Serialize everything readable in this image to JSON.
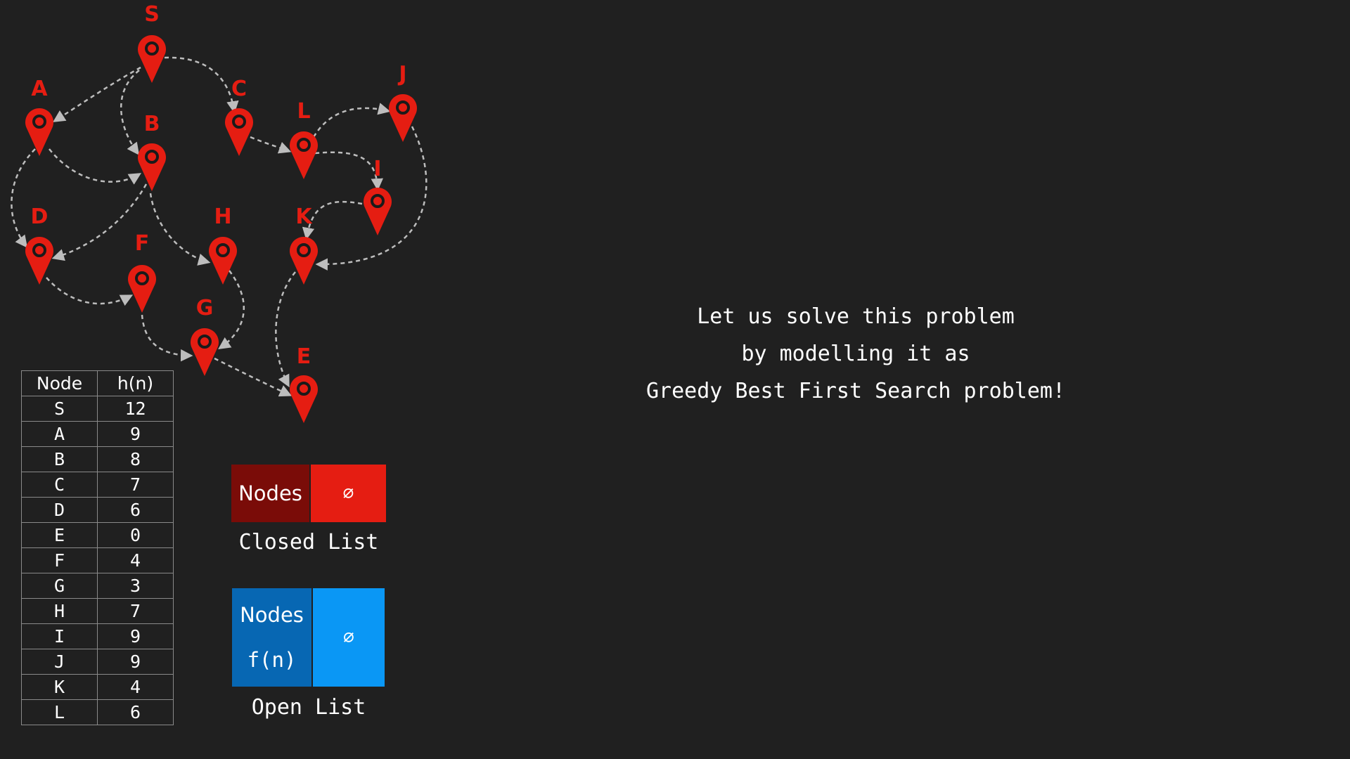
{
  "graph": {
    "nodes": [
      "S",
      "A",
      "B",
      "C",
      "L",
      "J",
      "I",
      "D",
      "F",
      "H",
      "K",
      "G",
      "E"
    ],
    "edges": [
      [
        "S",
        "A"
      ],
      [
        "S",
        "B"
      ],
      [
        "S",
        "C"
      ],
      [
        "A",
        "B"
      ],
      [
        "A",
        "D"
      ],
      [
        "B",
        "D"
      ],
      [
        "B",
        "H"
      ],
      [
        "C",
        "L"
      ],
      [
        "L",
        "J"
      ],
      [
        "L",
        "I"
      ],
      [
        "J",
        "K"
      ],
      [
        "I",
        "K"
      ],
      [
        "D",
        "F"
      ],
      [
        "F",
        "G"
      ],
      [
        "H",
        "G"
      ],
      [
        "G",
        "E"
      ],
      [
        "K",
        "E"
      ]
    ],
    "marker_color": "#e51d12",
    "edge_color": "#bdbdbd"
  },
  "table": {
    "headers": [
      "Node",
      "h(n)"
    ],
    "rows": [
      [
        "S",
        "12"
      ],
      [
        "A",
        "9"
      ],
      [
        "B",
        "8"
      ],
      [
        "C",
        "7"
      ],
      [
        "D",
        "6"
      ],
      [
        "E",
        "0"
      ],
      [
        "F",
        "4"
      ],
      [
        "G",
        "3"
      ],
      [
        "H",
        "7"
      ],
      [
        "I",
        "9"
      ],
      [
        "J",
        "9"
      ],
      [
        "K",
        "4"
      ],
      [
        "L",
        "6"
      ]
    ]
  },
  "closed_list": {
    "header": "Nodes",
    "value": "⌀",
    "caption": "Closed List",
    "header_color": "#7a0c08",
    "value_color": "#e51d12"
  },
  "open_list": {
    "header_line1": "Nodes",
    "header_line2": "f(n)",
    "value": "⌀",
    "caption": "Open List",
    "header_color": "#0767b3",
    "value_color": "#0a97f5"
  },
  "message": {
    "lines": [
      "Let us solve this problem",
      "by modelling it as",
      "Greedy Best First Search problem!"
    ]
  }
}
